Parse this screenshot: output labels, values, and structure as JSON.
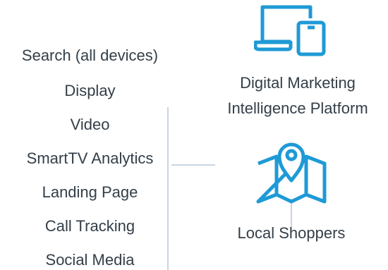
{
  "channels": [
    "Search (all devices)",
    "Display",
    "Video",
    "SmartTV Analytics",
    "Landing Page",
    "Call Tracking",
    "Social Media"
  ],
  "platform": {
    "line1": "Digital Marketing",
    "line2": "Intelligence Platform",
    "icon": "laptop-phone-icon"
  },
  "local": {
    "label": "Local Shoppers",
    "icon": "map-pin-icon"
  },
  "colors": {
    "icon": "#1e9ad6",
    "text": "#333e48",
    "connector": "#c9d5e1"
  }
}
